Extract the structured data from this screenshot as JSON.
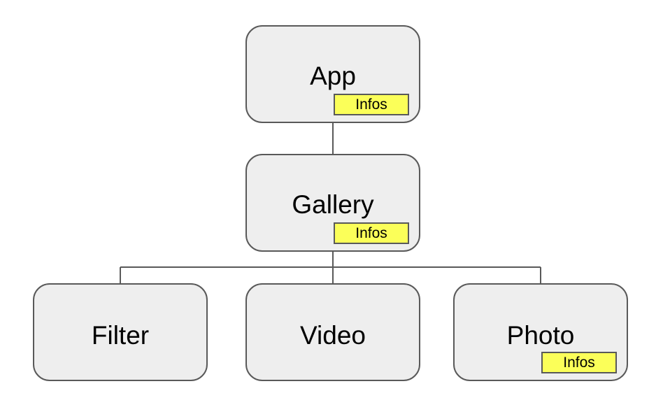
{
  "diagram": {
    "colors": {
      "node_fill": "#eeeeee",
      "node_border": "#595959",
      "badge_fill": "#fbff59",
      "connector": "#595959"
    },
    "nodes": {
      "app": {
        "label": "App",
        "badge": "Infos"
      },
      "gallery": {
        "label": "Gallery",
        "badge": "Infos"
      },
      "filter": {
        "label": "Filter"
      },
      "video": {
        "label": "Video"
      },
      "photo": {
        "label": "Photo",
        "badge": "Infos"
      }
    },
    "edges": [
      {
        "from": "App",
        "to": "Gallery"
      },
      {
        "from": "Gallery",
        "to": "Filter"
      },
      {
        "from": "Gallery",
        "to": "Video"
      },
      {
        "from": "Gallery",
        "to": "Photo"
      }
    ]
  }
}
